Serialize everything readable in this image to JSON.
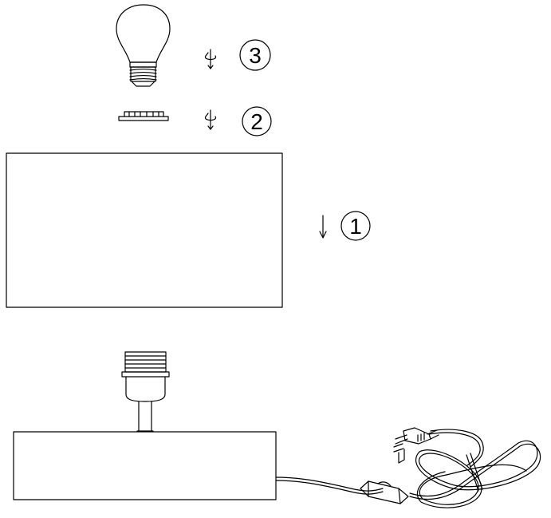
{
  "steps": [
    {
      "number": "3",
      "icon": "rotate-screw-icon"
    },
    {
      "number": "2",
      "icon": "rotate-screw-icon"
    },
    {
      "number": "1",
      "icon": "arrow-down-icon"
    }
  ],
  "colors": {
    "stroke": "#000000",
    "background": "#ffffff"
  }
}
